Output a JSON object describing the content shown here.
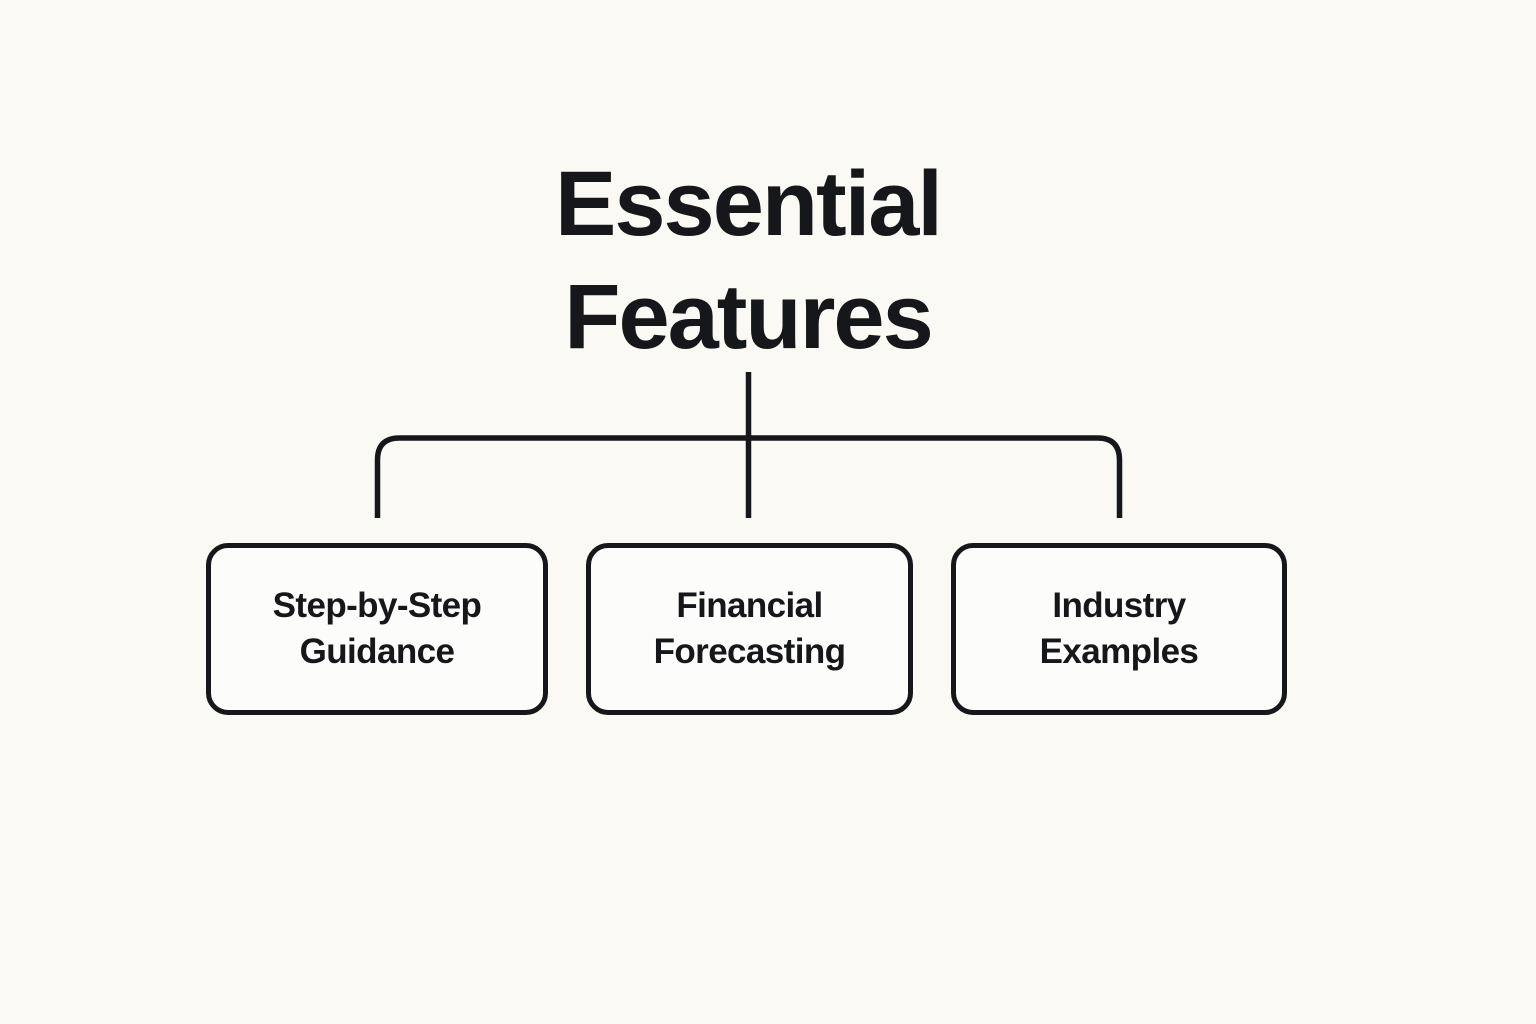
{
  "diagram": {
    "type": "hierarchy-tree",
    "background_color": "#faf9f4",
    "stroke_color": "#15171a",
    "node_fill_color": "#fcfcfa",
    "title": "Essential\nFeatures",
    "title_lines": [
      "Essential",
      "Features"
    ],
    "nodes": [
      {
        "id": "step-by-step-guidance",
        "label": "Step-by-Step\nGuidance",
        "lines": [
          "Step-by-Step",
          "Guidance"
        ]
      },
      {
        "id": "financial-forecasting",
        "label": "Financial\nForecasting",
        "lines": [
          "Financial",
          "Forecasting"
        ]
      },
      {
        "id": "industry-examples",
        "label": "Industry\nExamples",
        "lines": [
          "Industry",
          "Examples"
        ]
      }
    ],
    "connectors": {
      "trunk": "vertical stem from title down through horizontal bus",
      "bus": "horizontal bus with rounded left and right elbows",
      "branch_count": 3
    }
  }
}
